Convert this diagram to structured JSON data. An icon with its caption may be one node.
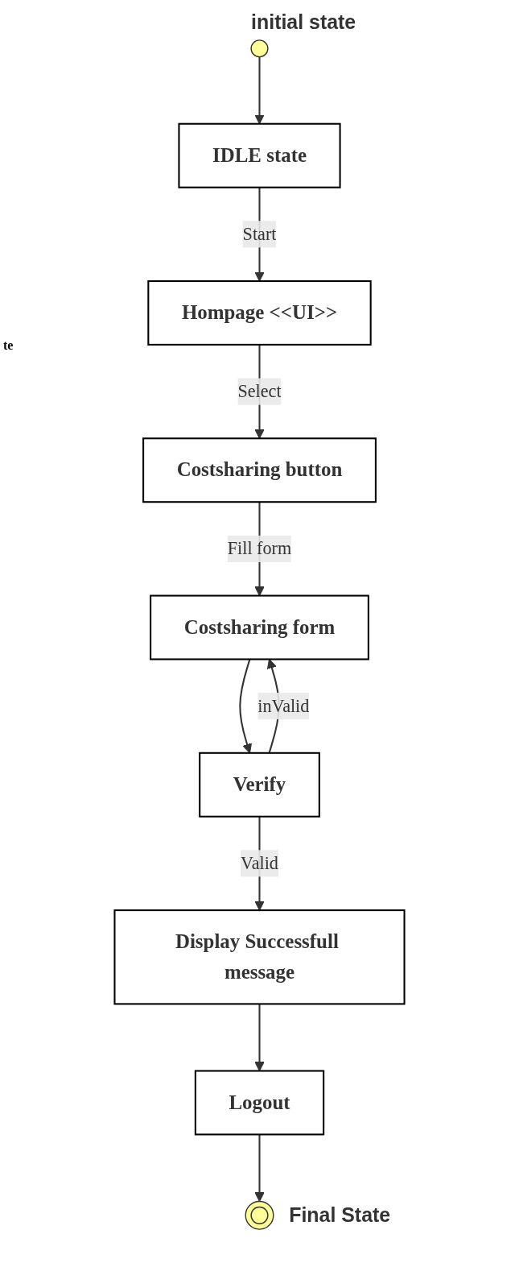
{
  "diagram": {
    "nodes": [
      {
        "text": [],
        "shape": "circle",
        "beside": [
          "initial state"
        ]
      },
      {
        "text": [
          "IDLE state"
        ]
      },
      {
        "text": [
          "Hompage <<UI>>"
        ]
      },
      {
        "text": [
          "Costsharing button"
        ]
      },
      {
        "text": [
          "Costsharing form"
        ]
      },
      {
        "text": [
          "Verify"
        ]
      },
      {
        "text": [
          "Display Successfull message"
        ]
      },
      {
        "text": [
          "Logout"
        ]
      },
      {
        "text": [],
        "shape": "circle",
        "beside": [
          "Final State"
        ]
      }
    ],
    "edges": [
      {
        "from": 0,
        "to": 1,
        "arrow": "to"
      },
      {
        "from": 1,
        "to": 2,
        "arrow": "to",
        "label": "Start"
      },
      {
        "from": 2,
        "to": 3,
        "arrow": "to",
        "label": "Select"
      },
      {
        "from": 3,
        "to": 4,
        "arrow": "to",
        "label": "Fill form"
      },
      {
        "from": 4,
        "to": 5,
        "arrow": "to"
      },
      {
        "from": 5,
        "to": 4,
        "arrow": "to",
        "label": "inValid"
      },
      {
        "from": 5,
        "to": 6,
        "arrow": "to",
        "label": "Valid"
      },
      {
        "from": 6,
        "to": 7,
        "arrow": "to"
      },
      {
        "from": 7,
        "to": 8,
        "arrow": "to"
      }
    ],
    "labels": [
      "te"
    ]
  }
}
